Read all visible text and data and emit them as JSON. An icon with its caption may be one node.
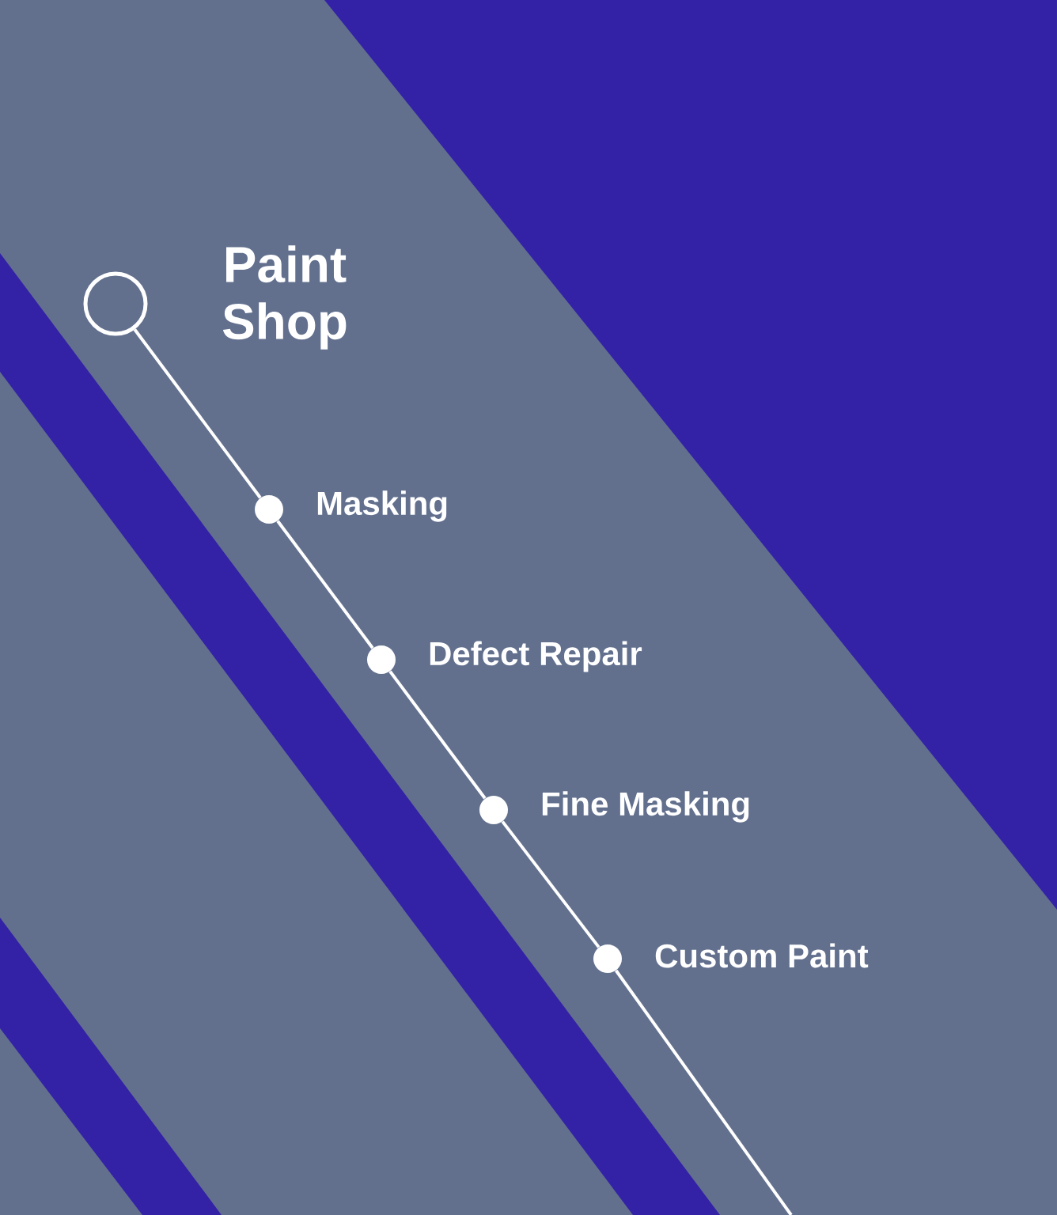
{
  "diagram": {
    "nodes": [
      {
        "text": [
          "Paint Shop"
        ]
      },
      {
        "text": [
          "Masking"
        ]
      },
      {
        "text": [
          "Defect Repair"
        ]
      },
      {
        "text": [
          "Fine Masking"
        ]
      },
      {
        "text": [
          "Custom Paint"
        ]
      }
    ],
    "edges": [
      {
        "from": 0,
        "to": 1,
        "arrow": "none"
      },
      {
        "from": 1,
        "to": 2,
        "arrow": "none"
      },
      {
        "from": 2,
        "to": 3,
        "arrow": "none"
      },
      {
        "from": 3,
        "to": 4,
        "arrow": "none"
      },
      {
        "from": 4,
        "to": null,
        "arrow": "none"
      }
    ]
  }
}
